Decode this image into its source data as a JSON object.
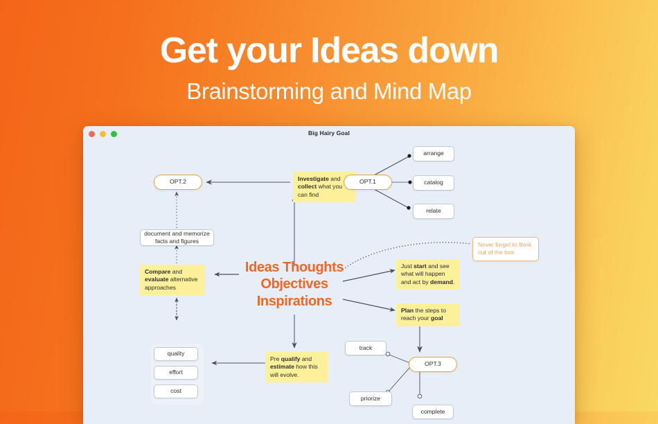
{
  "hero": {
    "title": "Get your Ideas down",
    "subtitle": "Brainstorming and Mind Map"
  },
  "window": {
    "title": "Big Hairy Goal",
    "traffic_lights": [
      "close",
      "minimize",
      "zoom"
    ]
  },
  "mindmap": {
    "center": {
      "line1": "Ideas Thoughts",
      "line2": "Objectives",
      "line3": "Inspirations",
      "color": "#F26522"
    },
    "nodes": {
      "opt1": "OPT.1",
      "opt2": "OPT.2",
      "opt3": "OPT.3",
      "arrange": "arrange",
      "catalog": "catalog",
      "relate": "relate",
      "document": "document and memorize facts and figures",
      "quality": "quality",
      "effort": "effort",
      "cost": "cost",
      "track": "track",
      "priorize": "priorize",
      "complete": "complete"
    },
    "notes": {
      "investigate": {
        "bold1": "Investigate",
        "mid1": " and ",
        "bold2": "collect",
        "rest": " what you can find"
      },
      "compare": {
        "bold1": "Compare",
        "mid1": " and ",
        "bold2": "evaluate",
        "rest": " alternative approaches"
      },
      "start": {
        "pre": "Just ",
        "bold1": "start",
        "mid1": " and see what will happen and act by ",
        "bold2": "demand",
        "rest": "."
      },
      "plan": {
        "bold1": "Plan",
        "mid1": " the steps to reach your ",
        "bold2": "goal",
        "rest": ""
      },
      "prequalify": {
        "pre": "Pre ",
        "bold1": "qualify",
        "mid1": " and ",
        "bold2": "estimate",
        "rest": " how this will evolve."
      },
      "thinkoutbox": "Never forget to think out of the box"
    },
    "colors": {
      "sticky": "#FCF09A",
      "pill_border": "#EFA33B",
      "outline_note_text": "#F0A65A",
      "canvas_bg": "#e8eef7",
      "wire": "#6d7482"
    }
  }
}
